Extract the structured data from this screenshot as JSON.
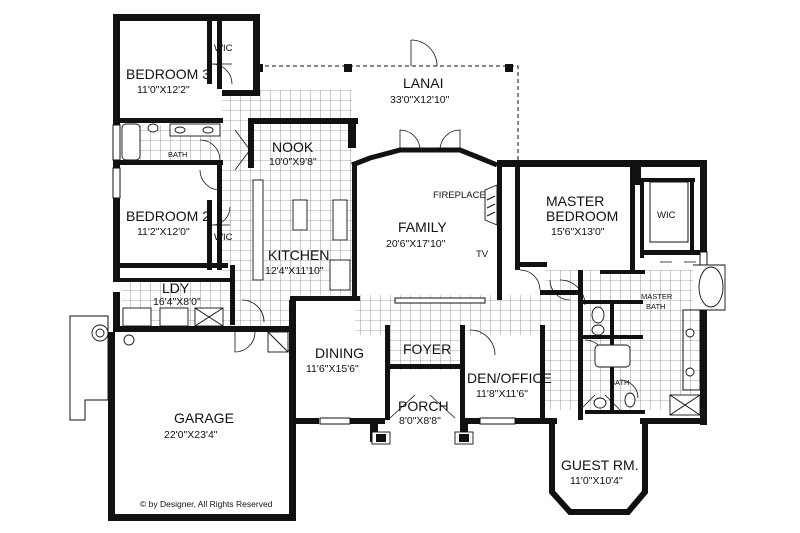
{
  "rooms": {
    "bedroom3": {
      "name": "BEDROOM 3",
      "dims": "11'0\"X12'2\""
    },
    "lanai": {
      "name": "LANAI",
      "dims": "33'0\"X12'10\""
    },
    "nook": {
      "name": "NOOK",
      "dims": "10'0\"X9'8\""
    },
    "bath": {
      "name": "BATH"
    },
    "bedroom2": {
      "name": "BEDROOM 2",
      "dims": "11'2\"X12'0\""
    },
    "family": {
      "name": "FAMILY",
      "dims": "20'6\"X17'10\""
    },
    "master": {
      "name_line1": "MASTER",
      "name_line2": "BEDROOM",
      "dims": "15'6\"X13'0\""
    },
    "kitchen": {
      "name": "KITCHEN",
      "dims": "12'4\"X11'10\""
    },
    "laundry": {
      "name": "LDY",
      "dims": "16'4\"X8'0\""
    },
    "master_bath": {
      "name_line1": "MASTER",
      "name_line2": "BATH"
    },
    "dining": {
      "name": "DINING",
      "dims": "11'6\"X15'6\""
    },
    "foyer": {
      "name": "FOYER"
    },
    "den": {
      "name": "DEN/OFFICE",
      "dims": "11'8\"X11'6\""
    },
    "bath2": {
      "name": "BATH"
    },
    "porch": {
      "name": "PORCH",
      "dims": "8'0\"X8'8\""
    },
    "garage": {
      "name": "GARAGE",
      "dims": "22'0\"X23'4\""
    },
    "guest": {
      "name": "GUEST RM.",
      "dims": "11'0\"X10'4\""
    }
  },
  "labels": {
    "wic_top": "WIC",
    "wic_bed2": "WIC",
    "wic_master": "WIC",
    "fireplace": "FIREPLACE",
    "tv": "TV",
    "copyright": "© by Designer, All Rights Reserved"
  }
}
